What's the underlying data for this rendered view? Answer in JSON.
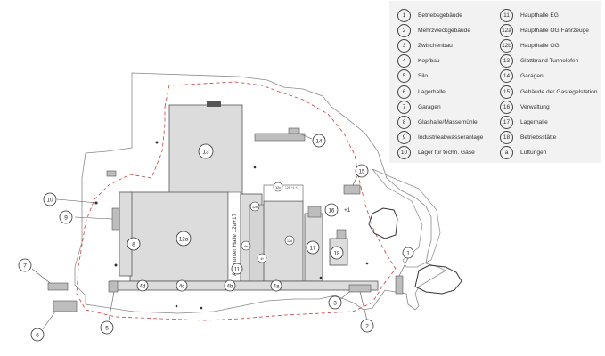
{
  "legend": {
    "items": [
      {
        "num": "1",
        "label": "Betriebsgebäude"
      },
      {
        "num": "2",
        "label": "Mehrzweckgebäude"
      },
      {
        "num": "3",
        "label": "Zwischenbau"
      },
      {
        "num": "4",
        "label": "Kopfbau"
      },
      {
        "num": "5",
        "label": "Silo"
      },
      {
        "num": "6",
        "label": "Lagerhalle"
      },
      {
        "num": "7",
        "label": "Garagen"
      },
      {
        "num": "8",
        "label": "Glashalle/Massemühle"
      },
      {
        "num": "9",
        "label": "Industrieabwasseranlage"
      },
      {
        "num": "10",
        "label": "Lager für techn. Gase"
      },
      {
        "num": "11",
        "label": "Haupthalle EG"
      },
      {
        "num": "12a",
        "label": "Haupthalle OG Fahrzeuge"
      },
      {
        "num": "12b",
        "label": "Haupthalle OG"
      },
      {
        "num": "13",
        "label": "Glattbrand Tunnelofen"
      },
      {
        "num": "14",
        "label": "Garagen"
      },
      {
        "num": "15",
        "label": "Gebäude der Gasregelstation"
      },
      {
        "num": "16",
        "label": "Verwaltung"
      },
      {
        "num": "17",
        "label": "Lagerhalle"
      },
      {
        "num": "18",
        "label": "Betriebsstätte"
      },
      {
        "num": "a",
        "label": "Lüftungen"
      }
    ]
  },
  "plan": {
    "allee_label": "Allee unter Halle 12a+17",
    "markers": {
      "m1": "1",
      "m2": "2",
      "m3": "3",
      "m5": "5",
      "m6": "6",
      "m7": "7",
      "m8": "8",
      "m9": "9",
      "m10": "10",
      "m11": "11",
      "m12a": "12a",
      "m13": "13",
      "m14": "14",
      "m15": "15",
      "m16": "16",
      "m17": "17",
      "m18": "18",
      "m4a": "4a",
      "m4b": "4b",
      "m4c": "4c",
      "m4d": "4d",
      "m12b": "12b",
      "m12c": "12c",
      "m4e": "4e",
      "m4f": "4f",
      "m12d": "12d"
    },
    "plus_one": "+1",
    "tiny_note": "12b +1 +2"
  }
}
